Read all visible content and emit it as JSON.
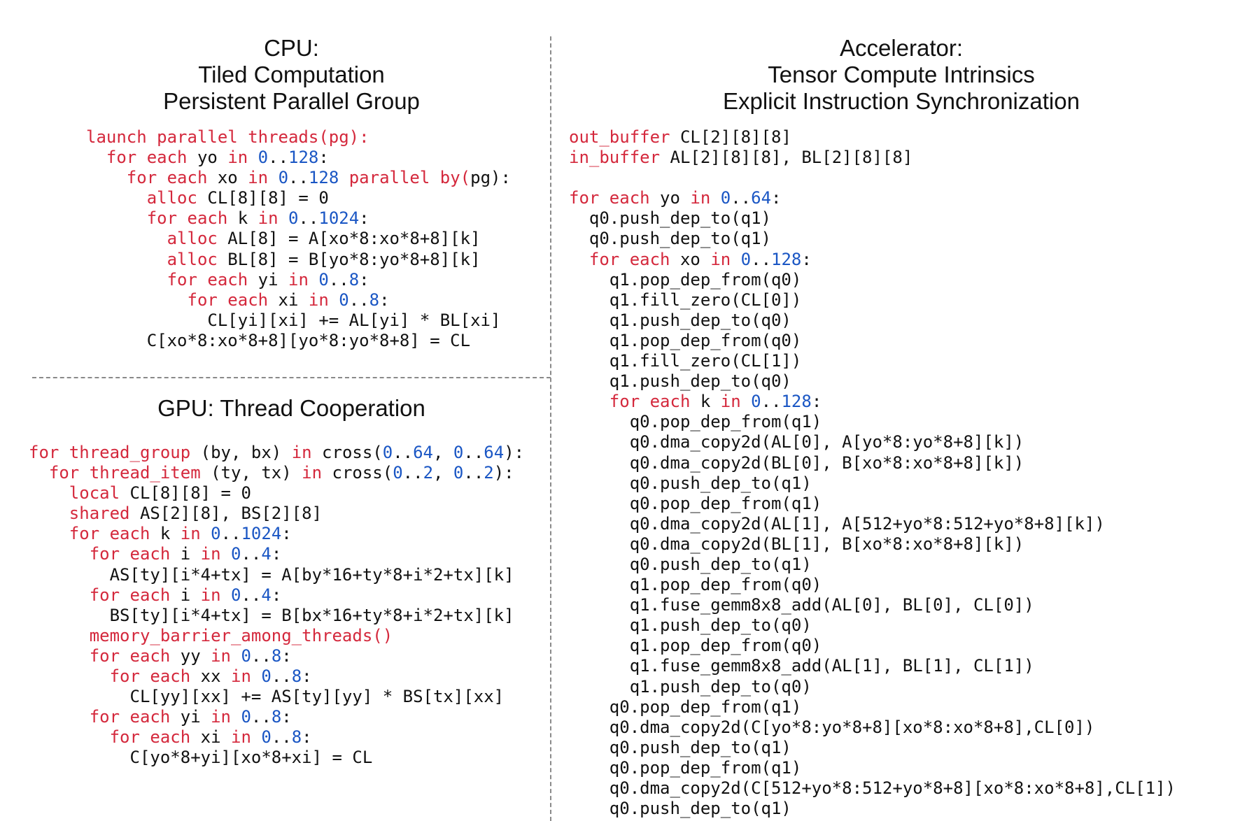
{
  "cpu": {
    "title_lines": [
      "CPU:",
      "Tiled Computation",
      "Persistent Parallel Group"
    ],
    "code": [
      [
        [
          "launch parallel threads(pg):",
          "kw"
        ]
      ],
      [
        [
          "  for each ",
          "kw"
        ],
        [
          "yo ",
          ""
        ],
        [
          "in ",
          "kw"
        ],
        [
          "0",
          "num"
        ],
        [
          "..",
          ""
        ],
        [
          "128",
          "num"
        ],
        [
          ":",
          ""
        ]
      ],
      [
        [
          "    for each ",
          "kw"
        ],
        [
          "xo ",
          ""
        ],
        [
          "in ",
          "kw"
        ],
        [
          "0",
          "num"
        ],
        [
          "..",
          ""
        ],
        [
          "128",
          "num"
        ],
        [
          " parallel by(",
          "kw"
        ],
        [
          "pg",
          ""
        ],
        [
          "):",
          ""
        ]
      ],
      [
        [
          "      alloc ",
          "kw"
        ],
        [
          "CL[8][8] = 0",
          ""
        ]
      ],
      [
        [
          "      for each ",
          "kw"
        ],
        [
          "k ",
          ""
        ],
        [
          "in ",
          "kw"
        ],
        [
          "0",
          "num"
        ],
        [
          "..",
          ""
        ],
        [
          "1024",
          "num"
        ],
        [
          ":",
          ""
        ]
      ],
      [
        [
          "        alloc ",
          "kw"
        ],
        [
          "AL[8] = A[xo*8:xo*8+8][k]",
          ""
        ]
      ],
      [
        [
          "        alloc ",
          "kw"
        ],
        [
          "BL[8] = B[yo*8:yo*8+8][k]",
          ""
        ]
      ],
      [
        [
          "        for each ",
          "kw"
        ],
        [
          "yi ",
          ""
        ],
        [
          "in ",
          "kw"
        ],
        [
          "0",
          "num"
        ],
        [
          "..",
          ""
        ],
        [
          "8",
          "num"
        ],
        [
          ":",
          ""
        ]
      ],
      [
        [
          "          for each ",
          "kw"
        ],
        [
          "xi ",
          ""
        ],
        [
          "in ",
          "kw"
        ],
        [
          "0",
          "num"
        ],
        [
          "..",
          ""
        ],
        [
          "8",
          "num"
        ],
        [
          ":",
          ""
        ]
      ],
      [
        [
          "            CL[yi][xi] += AL[yi] * BL[xi]",
          ""
        ]
      ],
      [
        [
          "      C[xo*8:xo*8+8][yo*8:yo*8+8] = CL",
          ""
        ]
      ]
    ]
  },
  "gpu": {
    "title_lines": [
      "GPU: Thread Cooperation"
    ],
    "code": [
      [
        [
          "for thread_group ",
          "kw"
        ],
        [
          "(by, bx) ",
          ""
        ],
        [
          "in ",
          "kw"
        ],
        [
          "cross(",
          ""
        ],
        [
          "0",
          "num"
        ],
        [
          "..",
          ""
        ],
        [
          "64",
          "num"
        ],
        [
          ", ",
          ""
        ],
        [
          "0",
          "num"
        ],
        [
          "..",
          ""
        ],
        [
          "64",
          "num"
        ],
        [
          "):",
          ""
        ]
      ],
      [
        [
          "  for thread_item ",
          "kw"
        ],
        [
          "(ty, tx) ",
          ""
        ],
        [
          "in ",
          "kw"
        ],
        [
          "cross(",
          ""
        ],
        [
          "0",
          "num"
        ],
        [
          "..",
          ""
        ],
        [
          "2",
          "num"
        ],
        [
          ", ",
          ""
        ],
        [
          "0",
          "num"
        ],
        [
          "..",
          ""
        ],
        [
          "2",
          "num"
        ],
        [
          "):",
          ""
        ]
      ],
      [
        [
          "    local ",
          "kw"
        ],
        [
          "CL[8][8] = 0",
          ""
        ]
      ],
      [
        [
          "    shared ",
          "kw"
        ],
        [
          "AS[2][8], BS[2][8]",
          ""
        ]
      ],
      [
        [
          "    for each ",
          "kw"
        ],
        [
          "k ",
          ""
        ],
        [
          "in ",
          "kw"
        ],
        [
          "0",
          "num"
        ],
        [
          "..",
          ""
        ],
        [
          "1024",
          "num"
        ],
        [
          ":",
          ""
        ]
      ],
      [
        [
          "      for each ",
          "kw"
        ],
        [
          "i ",
          ""
        ],
        [
          "in ",
          "kw"
        ],
        [
          "0",
          "num"
        ],
        [
          "..",
          ""
        ],
        [
          "4",
          "num"
        ],
        [
          ":",
          ""
        ]
      ],
      [
        [
          "        AS[ty][i*4+tx] = A[by*16+ty*8+i*2+tx][k]",
          ""
        ]
      ],
      [
        [
          "      for each ",
          "kw"
        ],
        [
          "i ",
          ""
        ],
        [
          "in ",
          "kw"
        ],
        [
          "0",
          "num"
        ],
        [
          "..",
          ""
        ],
        [
          "4",
          "num"
        ],
        [
          ":",
          ""
        ]
      ],
      [
        [
          "        BS[ty][i*4+tx] = B[bx*16+ty*8+i*2+tx][k]",
          ""
        ]
      ],
      [
        [
          "      memory_barrier_among_threads()",
          "kw"
        ]
      ],
      [
        [
          "      for each ",
          "kw"
        ],
        [
          "yy ",
          ""
        ],
        [
          "in ",
          "kw"
        ],
        [
          "0",
          "num"
        ],
        [
          "..",
          ""
        ],
        [
          "8",
          "num"
        ],
        [
          ":",
          ""
        ]
      ],
      [
        [
          "        for each ",
          "kw"
        ],
        [
          "xx ",
          ""
        ],
        [
          "in ",
          "kw"
        ],
        [
          "0",
          "num"
        ],
        [
          "..",
          ""
        ],
        [
          "8",
          "num"
        ],
        [
          ":",
          ""
        ]
      ],
      [
        [
          "          CL[yy][xx] += AS[ty][yy] * BS[tx][xx]",
          ""
        ]
      ],
      [
        [
          "      for each ",
          "kw"
        ],
        [
          "yi ",
          ""
        ],
        [
          "in ",
          "kw"
        ],
        [
          "0",
          "num"
        ],
        [
          "..",
          ""
        ],
        [
          "8",
          "num"
        ],
        [
          ":",
          ""
        ]
      ],
      [
        [
          "        for each ",
          "kw"
        ],
        [
          "xi ",
          ""
        ],
        [
          "in ",
          "kw"
        ],
        [
          "0",
          "num"
        ],
        [
          "..",
          ""
        ],
        [
          "8",
          "num"
        ],
        [
          ":",
          ""
        ]
      ],
      [
        [
          "          C[yo*8+yi][xo*8+xi] = CL",
          ""
        ]
      ]
    ]
  },
  "accel": {
    "title_lines": [
      "Accelerator:",
      "Tensor Compute Intrinsics",
      "Explicit Instruction Synchronization"
    ],
    "code": [
      [
        [
          "out_buffer ",
          "kw"
        ],
        [
          "CL[2][8][8]",
          ""
        ]
      ],
      [
        [
          "in_buffer ",
          "kw"
        ],
        [
          "AL[2][8][8], BL[2][8][8]",
          ""
        ]
      ],
      [
        [
          "",
          ""
        ]
      ],
      [
        [
          "for each ",
          "kw"
        ],
        [
          "yo ",
          ""
        ],
        [
          "in ",
          "kw"
        ],
        [
          "0",
          "num"
        ],
        [
          "..",
          ""
        ],
        [
          "64",
          "num"
        ],
        [
          ":",
          ""
        ]
      ],
      [
        [
          "  q0.push_dep_to(q1)",
          ""
        ]
      ],
      [
        [
          "  q0.push_dep_to(q1)",
          ""
        ]
      ],
      [
        [
          "  for each ",
          "kw"
        ],
        [
          "xo ",
          ""
        ],
        [
          "in ",
          "kw"
        ],
        [
          "0",
          "num"
        ],
        [
          "..",
          ""
        ],
        [
          "128",
          "num"
        ],
        [
          ":",
          ""
        ]
      ],
      [
        [
          "    q1.pop_dep_from(q0)",
          ""
        ]
      ],
      [
        [
          "    q1.fill_zero(CL[0])",
          ""
        ]
      ],
      [
        [
          "    q1.push_dep_to(q0)",
          ""
        ]
      ],
      [
        [
          "    q1.pop_dep_from(q0)",
          ""
        ]
      ],
      [
        [
          "    q1.fill_zero(CL[1])",
          ""
        ]
      ],
      [
        [
          "    q1.push_dep_to(q0)",
          ""
        ]
      ],
      [
        [
          "    for each ",
          "kw"
        ],
        [
          "k ",
          ""
        ],
        [
          "in ",
          "kw"
        ],
        [
          "0",
          "num"
        ],
        [
          "..",
          ""
        ],
        [
          "128",
          "num"
        ],
        [
          ":",
          ""
        ]
      ],
      [
        [
          "      q0.pop_dep_from(q1)",
          ""
        ]
      ],
      [
        [
          "      q0.dma_copy2d(AL[0], A[yo*8:yo*8+8][k])",
          ""
        ]
      ],
      [
        [
          "      q0.dma_copy2d(BL[0], B[xo*8:xo*8+8][k])",
          ""
        ]
      ],
      [
        [
          "      q0.push_dep_to(q1)",
          ""
        ]
      ],
      [
        [
          "      q0.pop_dep_from(q1)",
          ""
        ]
      ],
      [
        [
          "      q0.dma_copy2d(AL[1], A[512+yo*8:512+yo*8+8][k])",
          ""
        ]
      ],
      [
        [
          "      q0.dma_copy2d(BL[1], B[xo*8:xo*8+8][k])",
          ""
        ]
      ],
      [
        [
          "      q0.push_dep_to(q1)",
          ""
        ]
      ],
      [
        [
          "      q1.pop_dep_from(q0)",
          ""
        ]
      ],
      [
        [
          "      q1.fuse_gemm8x8_add(AL[0], BL[0], CL[0])",
          ""
        ]
      ],
      [
        [
          "      q1.push_dep_to(q0)",
          ""
        ]
      ],
      [
        [
          "      q1.pop_dep_from(q0)",
          ""
        ]
      ],
      [
        [
          "      q1.fuse_gemm8x8_add(AL[1], BL[1], CL[1])",
          ""
        ]
      ],
      [
        [
          "      q1.push_dep_to(q0)",
          ""
        ]
      ],
      [
        [
          "    q0.pop_dep_from(q1)",
          ""
        ]
      ],
      [
        [
          "    q0.dma_copy2d(C[yo*8:yo*8+8][xo*8:xo*8+8],CL[0])",
          ""
        ]
      ],
      [
        [
          "    q0.push_dep_to(q1)",
          ""
        ]
      ],
      [
        [
          "    q0.pop_dep_from(q1)",
          ""
        ]
      ],
      [
        [
          "    q0.dma_copy2d(C[512+yo*8:512+yo*8+8][xo*8:xo*8+8],CL[1])",
          ""
        ]
      ],
      [
        [
          "    q0.push_dep_to(q1)",
          ""
        ]
      ]
    ]
  },
  "colors": {
    "keyword": "#d4283c",
    "number": "#1a56c4",
    "text": "#111111",
    "divider": "#8a8a8a"
  }
}
